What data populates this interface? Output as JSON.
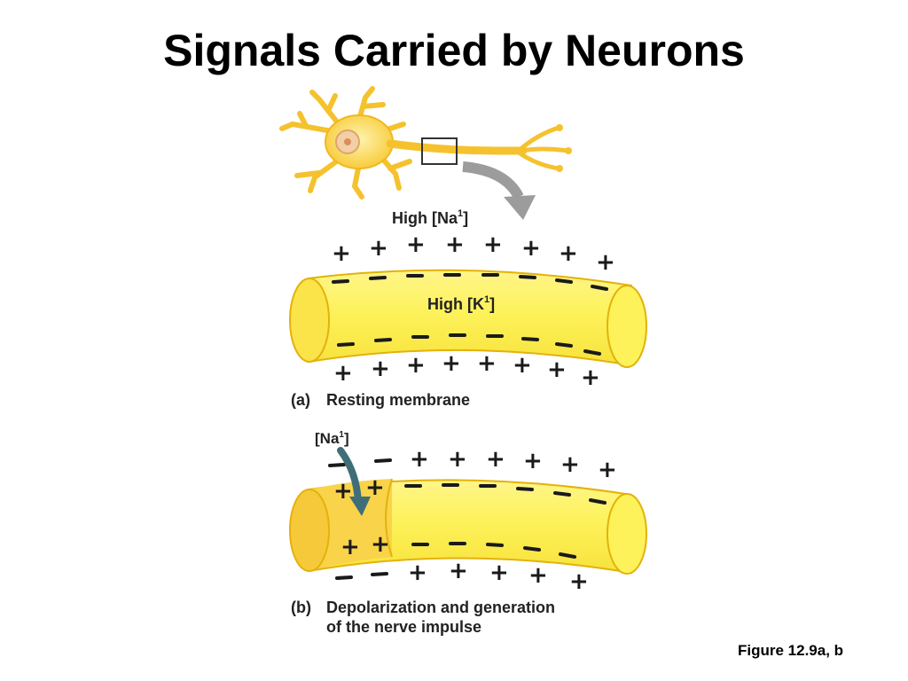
{
  "slide": {
    "title": "Signals Carried by Neurons",
    "figure_ref": "Figure 12.9a, b"
  },
  "panel_a": {
    "high_na_label": "High [Na",
    "high_na_sup": "1",
    "high_na_close": "]",
    "high_k_label": "High [K",
    "high_k_sup": "1",
    "high_k_close": "]",
    "caption_letter": "(a)",
    "caption": "Resting membrane",
    "plus": "+"
  },
  "panel_b": {
    "na_label": "[Na",
    "na_sup": "1",
    "na_close": "]",
    "caption_letter": "(b)",
    "caption_line1": "Depolarization and generation",
    "caption_line2": "of the nerve impulse",
    "plus": "+"
  },
  "colors": {
    "membrane_fill": "#fdf25a",
    "membrane_stroke": "#e3b20a",
    "neuron_fill": "#fbd64a",
    "arrow_gray": "#9c9c9c",
    "arrow_teal": "#3f6e78"
  }
}
